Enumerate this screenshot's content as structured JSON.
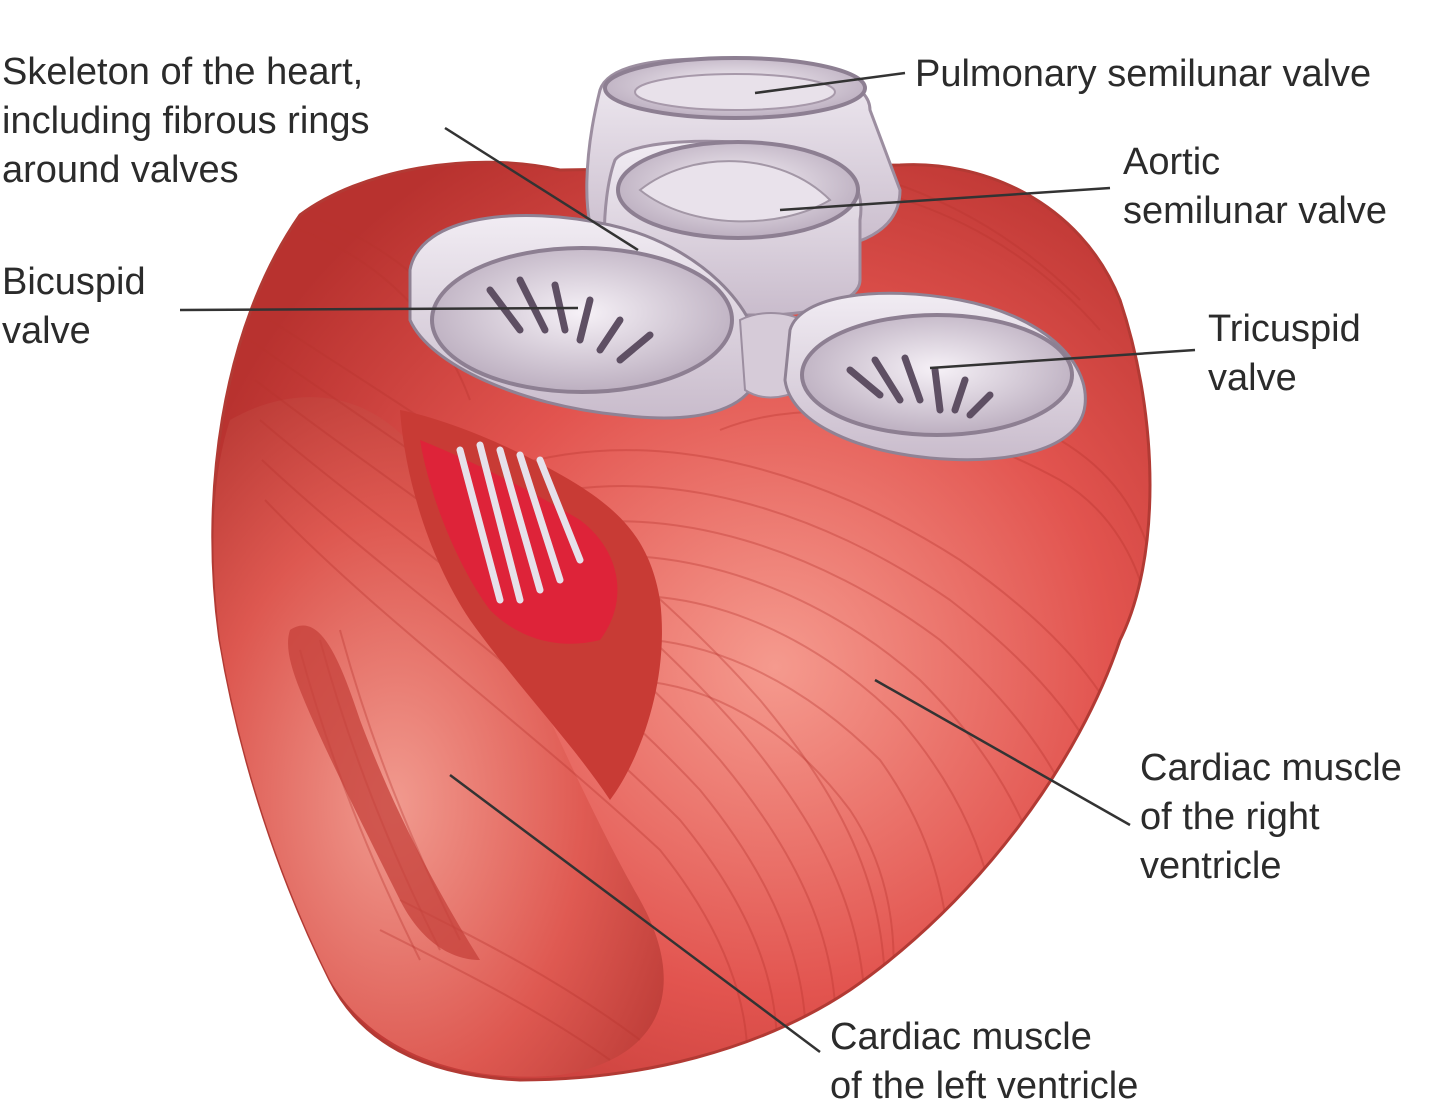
{
  "figure": {
    "background_color": "#ffffff",
    "muscle_color": "#e2544f",
    "muscle_dark_color": "#b8322f",
    "valve_color": "#dcd3de",
    "leader_color": "#333333"
  },
  "labels": {
    "skeleton": [
      "Skeleton of the heart,",
      "including fibrous rings",
      "around valves"
    ],
    "bicuspid": [
      "Bicuspid",
      "valve"
    ],
    "pulmonary": [
      "Pulmonary semilunar valve"
    ],
    "aortic": [
      "Aortic",
      "semilunar valve"
    ],
    "tricuspid": [
      "Tricuspid",
      "valve"
    ],
    "right_ventricle": [
      "Cardiac muscle",
      "of the right",
      "ventricle"
    ],
    "left_ventricle": [
      "Cardiac muscle",
      "of the left ventricle"
    ]
  }
}
